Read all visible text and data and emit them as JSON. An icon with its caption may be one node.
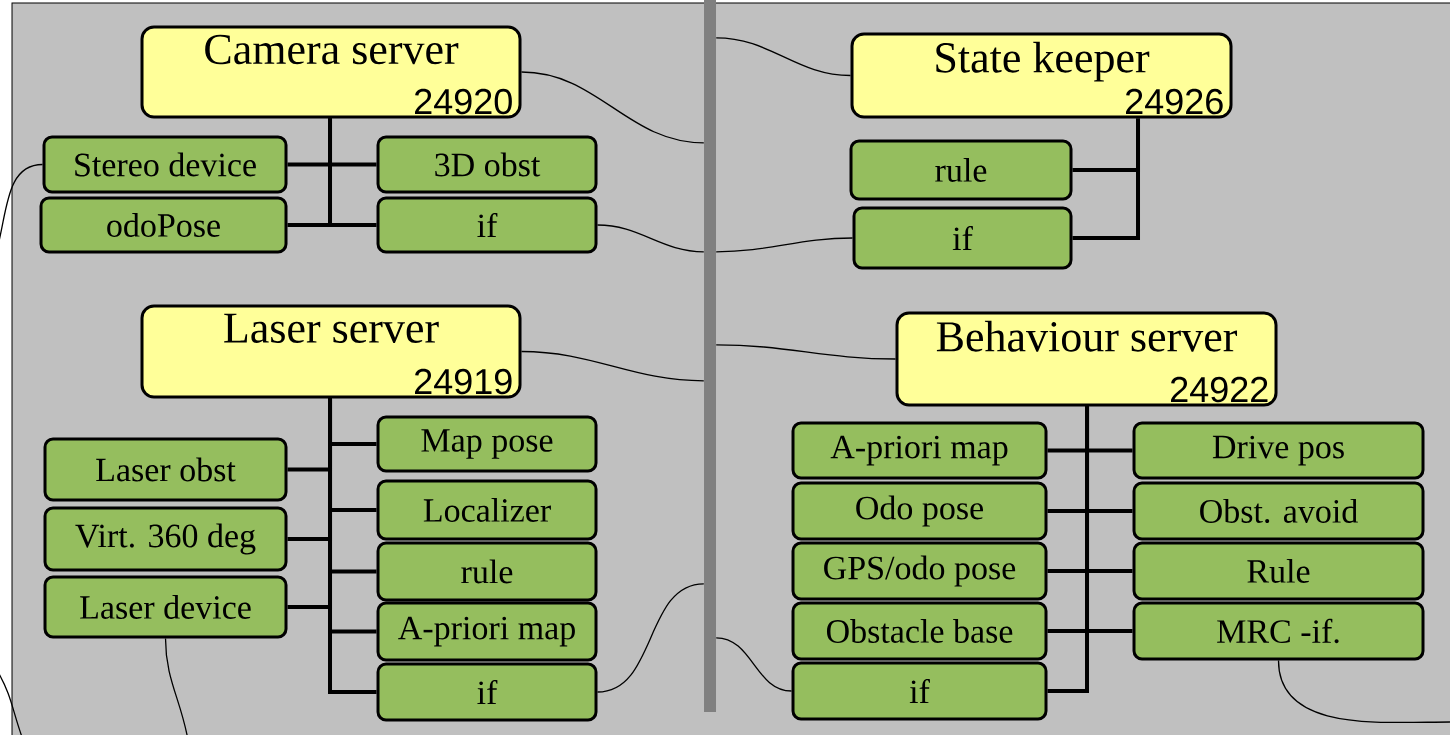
{
  "diagram": {
    "nodes": [
      {
        "text": [
          "Camera server",
          "24920"
        ]
      },
      {
        "text": [
          "Stereo device"
        ]
      },
      {
        "text": [
          "odoPose"
        ]
      },
      {
        "text": [
          "3D obst"
        ]
      },
      {
        "text": [
          "if"
        ]
      },
      {
        "text": [
          "State keeper",
          "24926"
        ]
      },
      {
        "text": [
          "rule"
        ]
      },
      {
        "text": [
          "if"
        ]
      },
      {
        "text": [
          "Laser server",
          "24919"
        ]
      },
      {
        "text": [
          "Laser obst"
        ]
      },
      {
        "text": [
          "Virt. 360 deg"
        ]
      },
      {
        "text": [
          "Laser device"
        ]
      },
      {
        "text": [
          "Map pose"
        ]
      },
      {
        "text": [
          "Localizer"
        ]
      },
      {
        "text": [
          "rule"
        ]
      },
      {
        "text": [
          "A-priori map"
        ]
      },
      {
        "text": [
          "if"
        ]
      },
      {
        "text": [
          "Behaviour server",
          "24922"
        ]
      },
      {
        "text": [
          "A-priori map"
        ]
      },
      {
        "text": [
          "Odo pose"
        ]
      },
      {
        "text": [
          "GPS/odo pose"
        ]
      },
      {
        "text": [
          "Obstacle base"
        ]
      },
      {
        "text": [
          "if"
        ]
      },
      {
        "text": [
          "Drive pos"
        ]
      },
      {
        "text": [
          "Obst. avoid"
        ]
      },
      {
        "text": [
          "Rule"
        ]
      },
      {
        "text": [
          "MRC -if."
        ]
      },
      {
        "text": [],
        "shape": "bar"
      }
    ],
    "edges": [
      {
        "from": 0,
        "to": 1,
        "arrow": "none"
      },
      {
        "from": 0,
        "to": 2,
        "arrow": "none"
      },
      {
        "from": 0,
        "to": 3,
        "arrow": "none"
      },
      {
        "from": 0,
        "to": 4,
        "arrow": "none"
      },
      {
        "from": 5,
        "to": 6,
        "arrow": "none"
      },
      {
        "from": 5,
        "to": 7,
        "arrow": "none"
      },
      {
        "from": 8,
        "to": 9,
        "arrow": "none"
      },
      {
        "from": 8,
        "to": 10,
        "arrow": "none"
      },
      {
        "from": 8,
        "to": 11,
        "arrow": "none"
      },
      {
        "from": 8,
        "to": 12,
        "arrow": "none"
      },
      {
        "from": 8,
        "to": 13,
        "arrow": "none"
      },
      {
        "from": 8,
        "to": 14,
        "arrow": "none"
      },
      {
        "from": 8,
        "to": 15,
        "arrow": "none"
      },
      {
        "from": 8,
        "to": 16,
        "arrow": "none"
      },
      {
        "from": 17,
        "to": 18,
        "arrow": "none"
      },
      {
        "from": 17,
        "to": 19,
        "arrow": "none"
      },
      {
        "from": 17,
        "to": 20,
        "arrow": "none"
      },
      {
        "from": 17,
        "to": 21,
        "arrow": "none"
      },
      {
        "from": 17,
        "to": 22,
        "arrow": "none"
      },
      {
        "from": 17,
        "to": 23,
        "arrow": "none"
      },
      {
        "from": 17,
        "to": 24,
        "arrow": "none"
      },
      {
        "from": 17,
        "to": 25,
        "arrow": "none"
      },
      {
        "from": 17,
        "to": 26,
        "arrow": "none"
      },
      {
        "from": 0,
        "to": 27,
        "arrow": "none"
      },
      {
        "from": 27,
        "to": 5,
        "arrow": "none"
      },
      {
        "from": 4,
        "to": 27,
        "arrow": "none"
      },
      {
        "from": 27,
        "to": 7,
        "arrow": "none"
      },
      {
        "from": 8,
        "to": 27,
        "arrow": "none"
      },
      {
        "from": 27,
        "to": 17,
        "arrow": "none"
      },
      {
        "from": 16,
        "to": 27,
        "arrow": "none"
      },
      {
        "from": 27,
        "to": 22,
        "arrow": "none"
      },
      {
        "from": 1,
        "to": null,
        "arrow": "none"
      },
      {
        "from": 11,
        "to": null,
        "arrow": "none"
      },
      {
        "from": 26,
        "to": null,
        "arrow": "none"
      }
    ]
  }
}
